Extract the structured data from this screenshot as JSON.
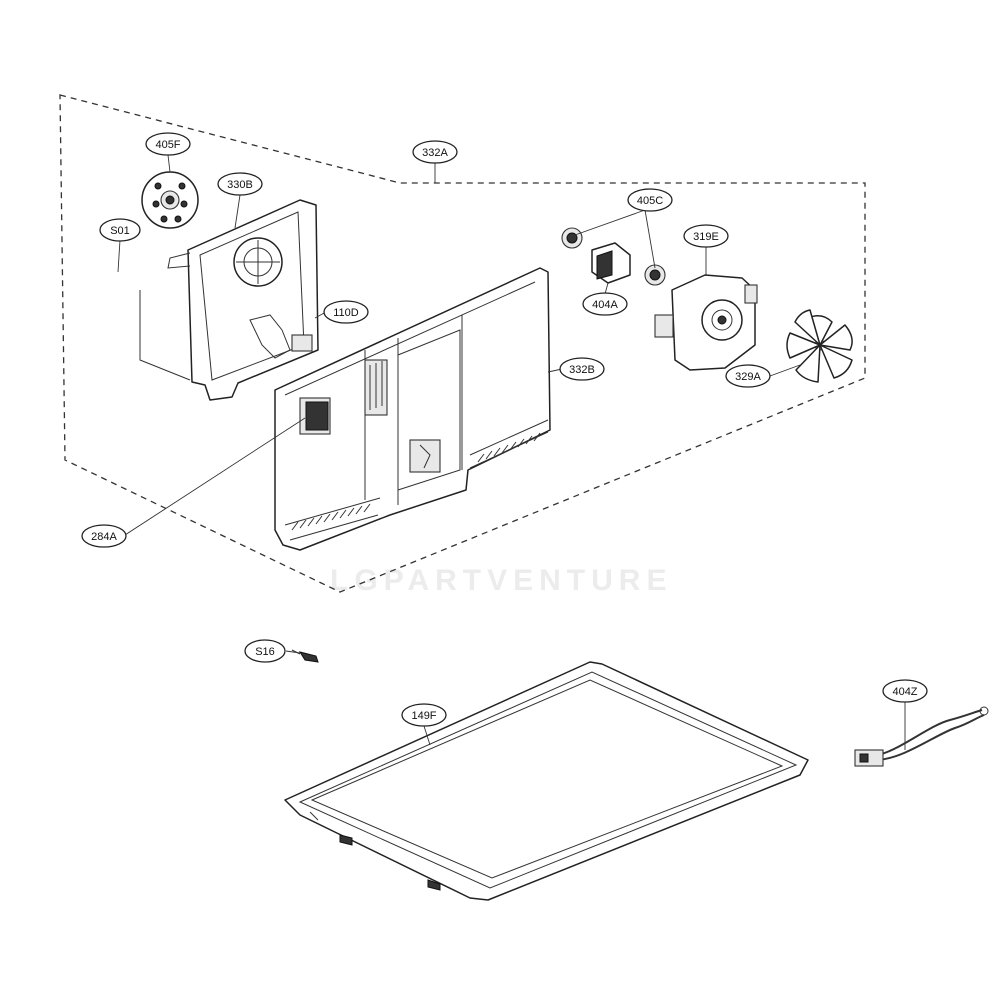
{
  "watermark": "LGPARTVENTURE",
  "callouts": {
    "c405F": "405F",
    "c330B": "330B",
    "cS01": "S01",
    "c332A": "332A",
    "c405C": "405C",
    "c319E": "319E",
    "c404A": "404A",
    "c110D": "110D",
    "c332B": "332B",
    "c329A": "329A",
    "c284A": "284A",
    "cS16": "S16",
    "c149F": "149F",
    "c404Z": "404Z"
  }
}
